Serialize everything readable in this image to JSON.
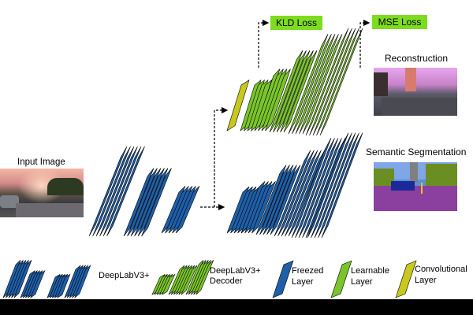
{
  "labels": {
    "input_image": "Input Image",
    "reconstruction": "Reconstruction",
    "semantic_segmentation": "Semantic Segmentation",
    "kld_loss": "KLD Loss",
    "mse_loss": "MSE Loss"
  },
  "legend": {
    "encoder": "DeepLabV3+",
    "decoder_line1": "DeepLabV3+",
    "decoder_line2": "Decoder",
    "freezed_line1": "Freezed",
    "freezed_line2": "Layer",
    "learnable_line1": "Learnable",
    "learnable_line2": "Layer",
    "conv_line1": "Convolutional",
    "conv_line2": "Layer"
  },
  "colors": {
    "freezed": "#1f5fa8",
    "learnable": "#7ac52c",
    "convolutional": "#c8c81e",
    "loss_box": "#7ddc1f",
    "outline": "#000000"
  }
}
